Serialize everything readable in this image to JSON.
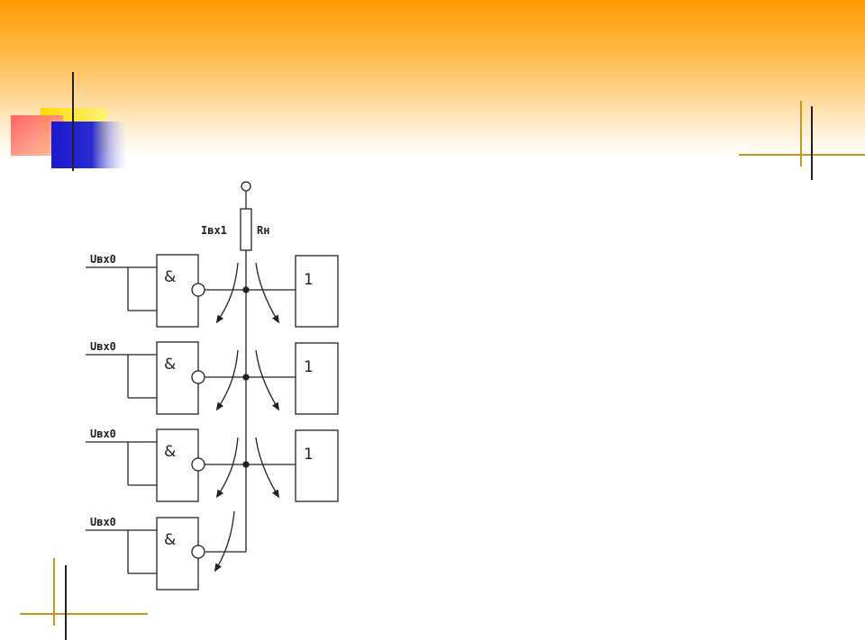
{
  "diagram": {
    "input_label": "Uвх0",
    "current_label": "Iвх1",
    "resistor_label": "Rн",
    "and_symbol": "&",
    "or_symbol": "1"
  },
  "theme": {
    "header_top": "#ff9a00",
    "rule_color": "#5a3a00",
    "accent_red": "#ff6a6a",
    "accent_yellow": "#ffe000",
    "accent_blue": "#1a1acc"
  }
}
